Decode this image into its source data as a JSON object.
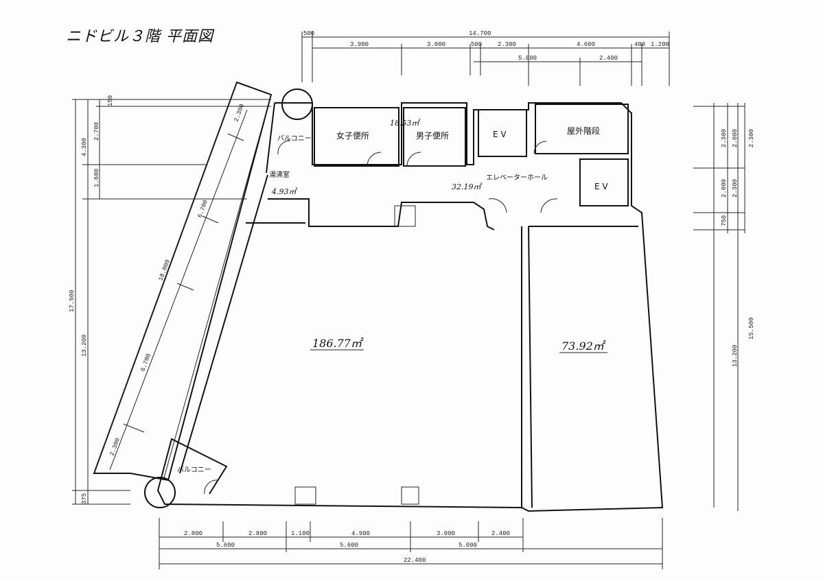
{
  "title": "ニドビル３階 平面図",
  "rooms": {
    "womens_toilet": "女子便所",
    "mens_toilet": "男子便所",
    "ev1": "E V",
    "ev2": "E V",
    "outdoor_stairs": "屋外階段",
    "balcony_top": "バルコニー",
    "balcony_bottom": "バルコニー",
    "boiler_room": "湯沸室",
    "elevator_hall": "エレベーターホール"
  },
  "areas": {
    "toilets": "18.53㎡",
    "boiler": "4.93㎡",
    "hall": "32.19㎡",
    "main_room": "186.77㎡",
    "east_room": "73.92㎡"
  },
  "dims_top": {
    "d500a": "500",
    "total": "14.700",
    "d3900": "3.900",
    "d3000": "3.000",
    "d500b": "500",
    "d2300": "2.300",
    "d4600": "4.600",
    "d400": "400",
    "d1200": "1.200",
    "d5000": "5.000",
    "d2400": "2.400"
  },
  "dims_left": {
    "d150": "150",
    "d2700": "2.700",
    "d4300": "4.300",
    "d1600": "1.600",
    "d17500": "17.500",
    "d13200": "13.200",
    "d375": "375"
  },
  "dims_diag": {
    "d2300a": "2.300",
    "d6700a": "6.700",
    "d18000": "18.000",
    "d6700b": "6.700",
    "d2300b": "2.300"
  },
  "dims_right": {
    "d2300": "2.300",
    "d2000a": "2.000",
    "d2300b": "2.300",
    "d2000b": "2.000",
    "d2300c": "2.300",
    "d750": "750",
    "d15500": "15.500",
    "d13200": "13.200"
  },
  "dims_bottom": {
    "d2800a": "2.800",
    "d2800b": "2.800",
    "d1100": "1.100",
    "d4900": "4.900",
    "d3000": "3.000",
    "d2400": "2.400",
    "d5600a": "5.600",
    "d5600b": "5.600",
    "d5000": "5.000",
    "total": "22.400"
  }
}
